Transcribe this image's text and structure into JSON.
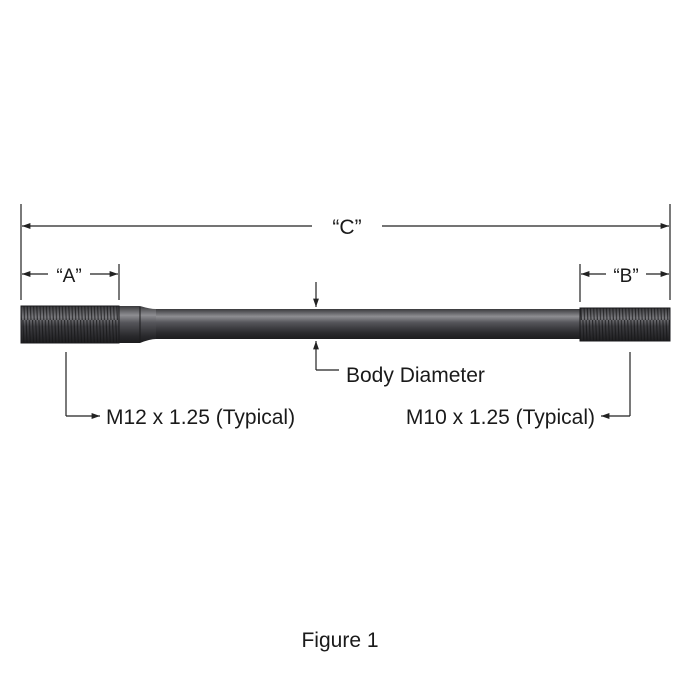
{
  "dimensions": {
    "overall_length": "“C”",
    "left_thread_length": "“A”",
    "right_thread_length": "“B”"
  },
  "callouts": {
    "body_diameter": "Body Diameter",
    "left_thread_spec": "M12 x 1.25 (Typical)",
    "right_thread_spec": "M10 x 1.25 (Typical)"
  },
  "caption": "Figure 1",
  "colors": {
    "stud_dark": "#2b2b2d",
    "stud_highlight": "#8c8c90",
    "line": "#222222"
  }
}
